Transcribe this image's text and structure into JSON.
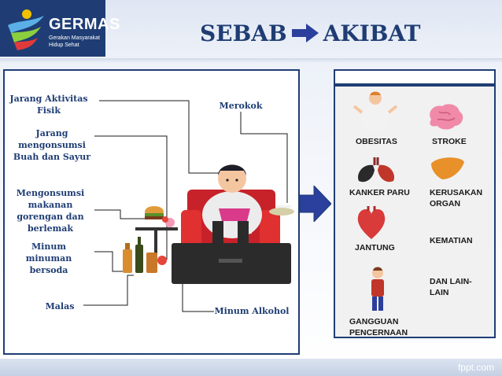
{
  "header": {
    "brand": "GERMAS",
    "brand_sub_1": "Gerakan Masyarakat",
    "brand_sub_2": "Hidup Sehat",
    "title_cause": "SEBAB",
    "title_effect": "AKIBAT"
  },
  "causes": {
    "jarang_aktivitas_1": "Jarang Aktivitas",
    "jarang_aktivitas_2": "Fisik",
    "buah_1": "Jarang",
    "buah_2": "mengonsumsi",
    "buah_3": "Buah dan Sayur",
    "gorengan_1": "Mengonsumsi",
    "gorengan_2": "makanan",
    "gorengan_3": "gorengan dan",
    "gorengan_4": "berlemak",
    "soda_1": "Minum minuman",
    "soda_2": "bersoda",
    "malas": "Malas",
    "merokok": "Merokok",
    "alkohol": "Minum Alkohol"
  },
  "effects": {
    "obesitas": "OBESITAS",
    "stroke": "STROKE",
    "kanker_paru": "KANKER PARU",
    "kerusakan_1": "KERUSAKAN",
    "kerusakan_2": "ORGAN",
    "jantung": "JANTUNG",
    "kematian": "KEMATIAN",
    "lain_1": "DAN LAIN-",
    "lain_2": "LAIN",
    "gangguan_1": "GANGGUAN",
    "gangguan_2": "PENCERNAAN"
  },
  "footer": {
    "watermark": "fppt.com"
  },
  "colors": {
    "navy": "#1f3d74",
    "arrow": "#2b3f9c",
    "red": "#d93a2b"
  }
}
